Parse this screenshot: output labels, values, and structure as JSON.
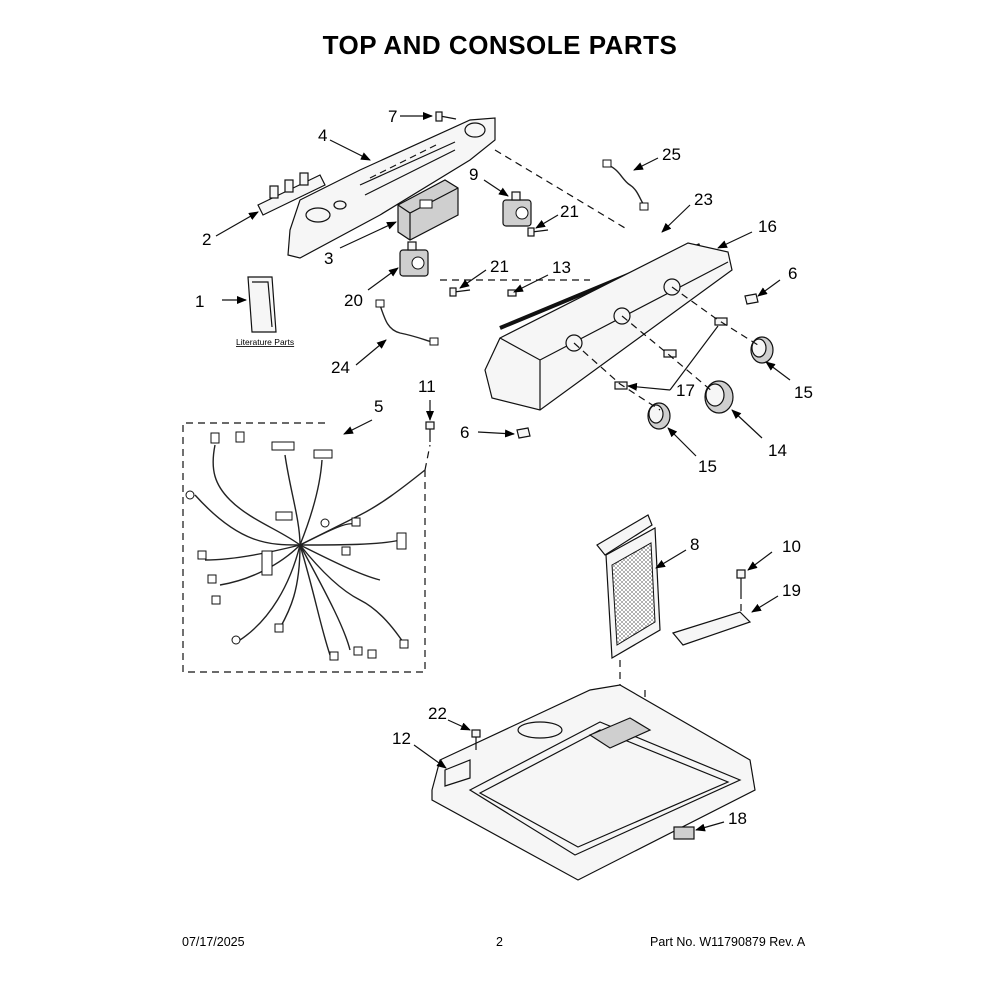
{
  "title": "TOP AND CONSOLE PARTS",
  "literature_label": "Literature Parts",
  "callouts": {
    "c1": "1",
    "c2": "2",
    "c3": "3",
    "c4": "4",
    "c5": "5",
    "c6a": "6",
    "c6b": "6",
    "c7": "7",
    "c8": "8",
    "c9": "9",
    "c10": "10",
    "c11": "11",
    "c12": "12",
    "c13": "13",
    "c14": "14",
    "c15a": "15",
    "c15b": "15",
    "c16": "16",
    "c17": "17",
    "c18": "18",
    "c19": "19",
    "c20": "20",
    "c21a": "21",
    "c21b": "21",
    "c22": "22",
    "c23": "23",
    "c24": "24",
    "c25": "25"
  },
  "footer": {
    "date": "07/17/2025",
    "page": "2",
    "part": "Part No.  W11790879  Rev.  A"
  }
}
